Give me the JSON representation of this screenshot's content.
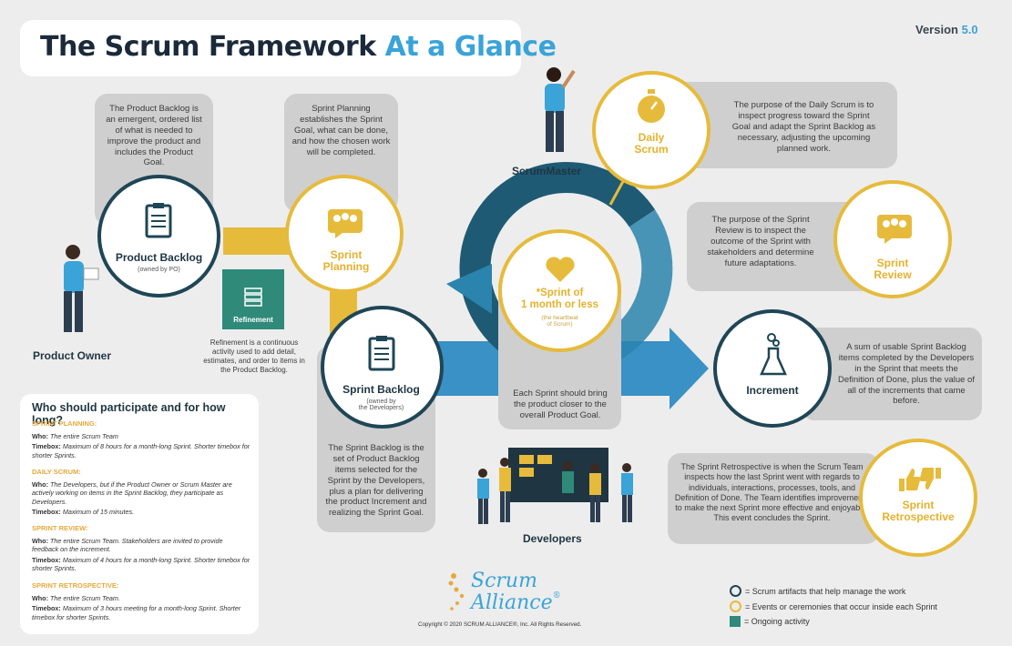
{
  "header": {
    "title_main": "The Scrum Framework",
    "title_accent": "At a Glance",
    "version_label": "Version",
    "version_number": "5.0"
  },
  "product_backlog": {
    "description": "The Product Backlog is an emergent, ordered list of what is needed to improve the product and includes the Product Goal.",
    "label": "Product Backlog",
    "owner": "(owned by PO)"
  },
  "sprint_planning": {
    "description": "Sprint Planning establishes the Sprint Goal, what can be done, and how the chosen work will be completed.",
    "label_line1": "Sprint",
    "label_line2": "Planning"
  },
  "refinement": {
    "label": "Refinement",
    "description": "Refinement is a continuous activity used to add detail, estimates, and order to items in the Product Backlog."
  },
  "sprint_backlog": {
    "label": "Sprint Backlog",
    "owner_line1": "(owned by",
    "owner_line2": "the Developers)",
    "description": "The Sprint Backlog is the set of Product Backlog items selected for the Sprint by the Developers, plus a plan for delivering the product Increment and realizing the Sprint Goal."
  },
  "daily_scrum": {
    "label_line1": "Daily",
    "label_line2": "Scrum",
    "description": "The purpose of the Daily Scrum is to inspect progress toward the Sprint Goal and adapt the Sprint Backlog as necessary, adjusting the upcoming planned work."
  },
  "sprint_center": {
    "label_line1": "*Sprint of",
    "label_line2": "1 month or less",
    "sub_line1": "(the heartbeat",
    "sub_line2": "of Scrum)",
    "description": "Each Sprint should bring the product closer to the overall Product Goal."
  },
  "sprint_review": {
    "label_line1": "Sprint",
    "label_line2": "Review",
    "description": "The purpose of the Sprint Review is to inspect the outcome of the Sprint with stakeholders and determine future adaptations."
  },
  "increment": {
    "label": "Increment",
    "description": "A sum of usable Sprint Backlog items completed by the Developers in the Sprint that meets the Definition of Done, plus the value of all of the increments that came before."
  },
  "sprint_retro": {
    "label_line1": "Sprint",
    "label_line2": "Retrospective",
    "description": "The Sprint Retrospective is when the Scrum Team inspects how the last Sprint went with regards to individuals, interactions, processes, tools, and Definition of Done. The Team identifies improvements to make the next Sprint more effective and enjoyable. This event concludes the Sprint."
  },
  "people": {
    "product_owner": "Product Owner",
    "scrum_master": "ScrumMaster",
    "developers": "Developers"
  },
  "participate": {
    "title": "Who should participate and for how long?",
    "sections": [
      {
        "heading": "SPRINT PLANNING:",
        "who_label": "Who:",
        "who": "The entire Scrum Team",
        "timebox_label": "Timebox:",
        "timebox": "Maximum of 8 hours for a month-long Sprint. Shorter timebox for shorter Sprints."
      },
      {
        "heading": "DAILY SCRUM:",
        "who_label": "Who:",
        "who": "The Developers, but if the Product Owner or Scrum Master are actively working on items in the Sprint Backlog, they participate as Developers.",
        "timebox_label": "Timebox:",
        "timebox": "Maximum of 15 minutes."
      },
      {
        "heading": "SPRINT REVIEW:",
        "who_label": "Who:",
        "who": "The entire Scrum Team. Stakeholders are invited to provide feedback on the increment.",
        "timebox_label": "Timebox:",
        "timebox": "Maximum of 4 hours for a month-long Sprint. Shorter timebox for shorter Sprints."
      },
      {
        "heading": "SPRINT RETROSPECTIVE:",
        "who_label": "Who:",
        "who": "The entire Scrum Team.",
        "timebox_label": "Timebox:",
        "timebox": "Maximum of 3 hours meeting for a month-long Sprint. Shorter timebox for shorter Sprints."
      }
    ]
  },
  "branding": {
    "logo_line1": "Scrum",
    "logo_line2": "Alliance",
    "logo_mark": "®",
    "copyright": "Copyright © 2020 SCRUM ALLIANCE®, Inc. All Rights Reserved."
  },
  "legend": {
    "items": [
      {
        "text": "= Scrum artifacts that help manage the work"
      },
      {
        "text": "= Events or ceremonies that occur inside each Sprint"
      },
      {
        "text": "= Ongoing activity"
      }
    ]
  },
  "colors": {
    "navy": "#1f4656",
    "gold": "#e6bb3c",
    "blue_accent": "#3aa3d8",
    "teal": "#2f8a7a",
    "grey_card": "#cfcfcf"
  }
}
